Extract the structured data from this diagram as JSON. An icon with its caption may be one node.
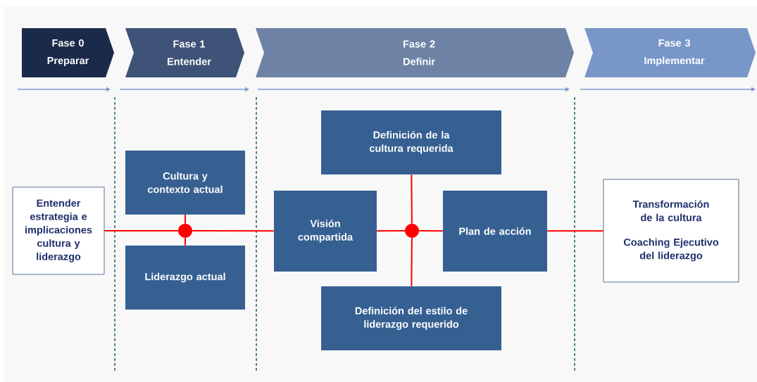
{
  "diagram": {
    "nodes": [
      {
        "text": [
          "Fase 0",
          "Preparar"
        ]
      },
      {
        "text": [
          "Fase 1",
          "Entender"
        ]
      },
      {
        "text": [
          "Fase 2",
          "Definir"
        ]
      },
      {
        "text": [
          "Fase 3",
          "Implementar"
        ]
      },
      {
        "text": [
          "Entender estrategia e implicaciones cultura y liderazgo"
        ]
      },
      {
        "text": [
          "Cultura y contexto actual"
        ]
      },
      {
        "text": [
          "Liderazgo actual"
        ]
      },
      {
        "text": [],
        "shape": "circle"
      },
      {
        "text": [
          "Visión compartida"
        ]
      },
      {
        "text": [
          "Definición de la cultura requerida"
        ]
      },
      {
        "text": [
          "Definición del estilo de liderazgo requerido"
        ]
      },
      {
        "text": [],
        "shape": "circle"
      },
      {
        "text": [
          "Plan de acción"
        ]
      },
      {
        "text": [
          "Transformación de la cultura",
          "Coaching Ejecutivo del liderazgo"
        ]
      }
    ],
    "edges": [
      {
        "from": 4,
        "to": 7,
        "arrow": "none"
      },
      {
        "from": 5,
        "to": 7,
        "arrow": "none"
      },
      {
        "from": 6,
        "to": 7,
        "arrow": "none"
      },
      {
        "from": 7,
        "to": 8,
        "arrow": "none"
      },
      {
        "from": 8,
        "to": 11,
        "arrow": "none"
      },
      {
        "from": 9,
        "to": 11,
        "arrow": "none"
      },
      {
        "from": 10,
        "to": 11,
        "arrow": "none"
      },
      {
        "from": 11,
        "to": 12,
        "arrow": "none"
      },
      {
        "from": 12,
        "to": 13,
        "arrow": "none"
      }
    ]
  }
}
